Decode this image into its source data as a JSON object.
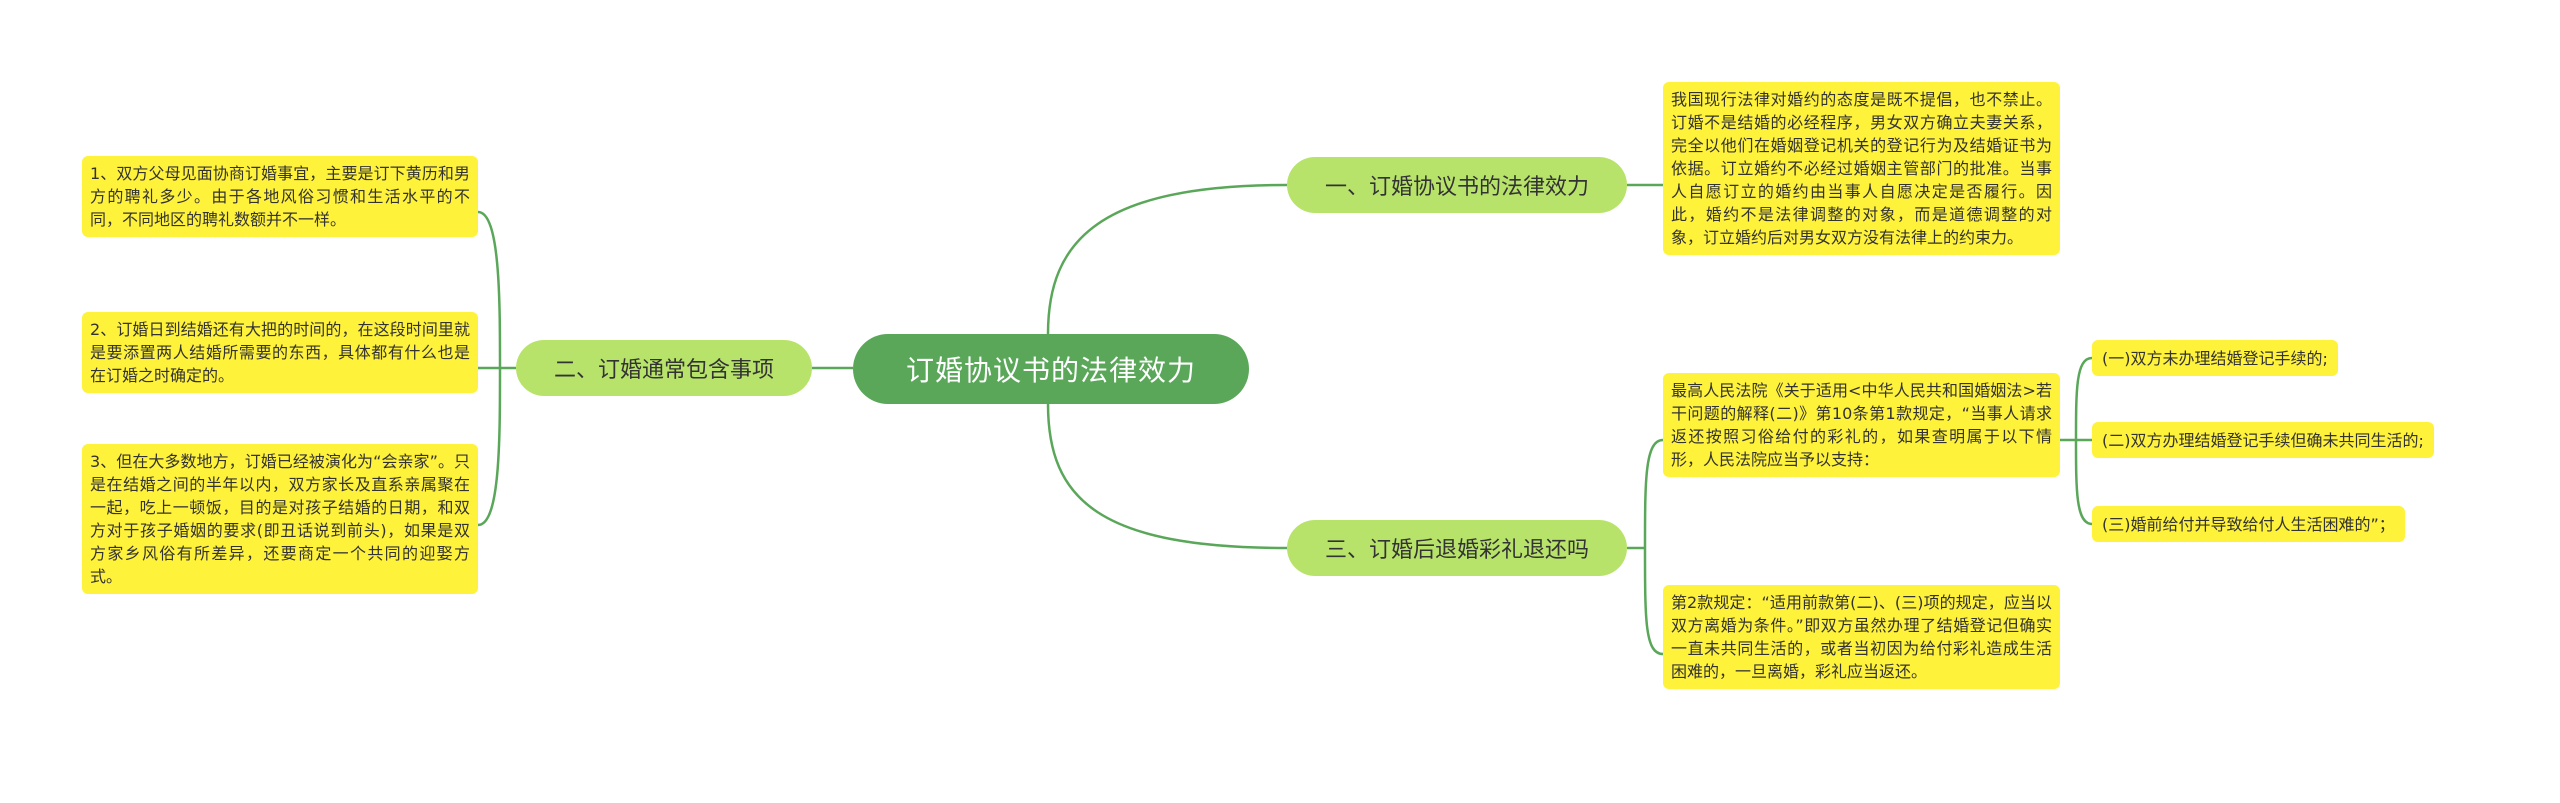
{
  "root": {
    "label": "订婚协议书的法律效力"
  },
  "branches": [
    {
      "label": "一、订婚协议书的法律效力",
      "children": [
        "我国现行法律对婚约的态度是既不提倡，也不禁止。订婚不是结婚的必经程序，男女双方确立夫妻关系，完全以他们在婚姻登记机关的登记行为及结婚证书为依据。订立婚约不必经过婚姻主管部门的批准。当事人自愿订立的婚约由当事人自愿决定是否履行。因此，婚约不是法律调整的对象，而是道德调整的对象，订立婚约后对男女双方没有法律上的约束力。"
      ]
    },
    {
      "label": "二、订婚通常包含事项",
      "children": [
        "1、双方父母见面协商订婚事宜，主要是订下黄历和男方的聘礼多少。由于各地风俗习惯和生活水平的不同，不同地区的聘礼数额并不一样。",
        "2、订婚日到结婚还有大把的时间的，在这段时间里就是要添置两人结婚所需要的东西，具体都有什么也是在订婚之时确定的。",
        "3、但在大多数地方，订婚已经被演化为“会亲家”。只是在结婚之间的半年以内，双方家长及直系亲属聚在一起，吃上一顿饭，目的是对孩子结婚的日期，和双方对于孩子婚姻的要求(即丑话说到前头)，如果是双方家乡风俗有所差异，还要商定一个共同的迎娶方式。"
      ]
    },
    {
      "label": "三、订婚后退婚彩礼退还吗",
      "children": [
        "最高人民法院《关于适用<中华人民共和国婚姻法>若干问题的解释(二)》第10条第1款规定，“当事人请求返还按照习俗给付的彩礼的，如果查明属于以下情形，人民法院应当予以支持：",
        "第2款规定：“适用前款第(二)、(三)项的规定，应当以双方离婚为条件。”即双方虽然办理了结婚登记但确实一直未共同生活的，或者当初因为给付彩礼造成生活困难的，一旦离婚，彩礼应当返还。"
      ],
      "sub_items": [
        "(一)双方未办理结婚登记手续的;",
        "(二)双方办理结婚登记手续但确未共同生活的;",
        "(三)婚前给付并导致给付人生活困难的”；"
      ]
    }
  ],
  "colors": {
    "root_bg": "#5aa75a",
    "branch_bg": "#b8e36b",
    "leaf_bg": "#fff23a",
    "line": "#5aa75a"
  }
}
